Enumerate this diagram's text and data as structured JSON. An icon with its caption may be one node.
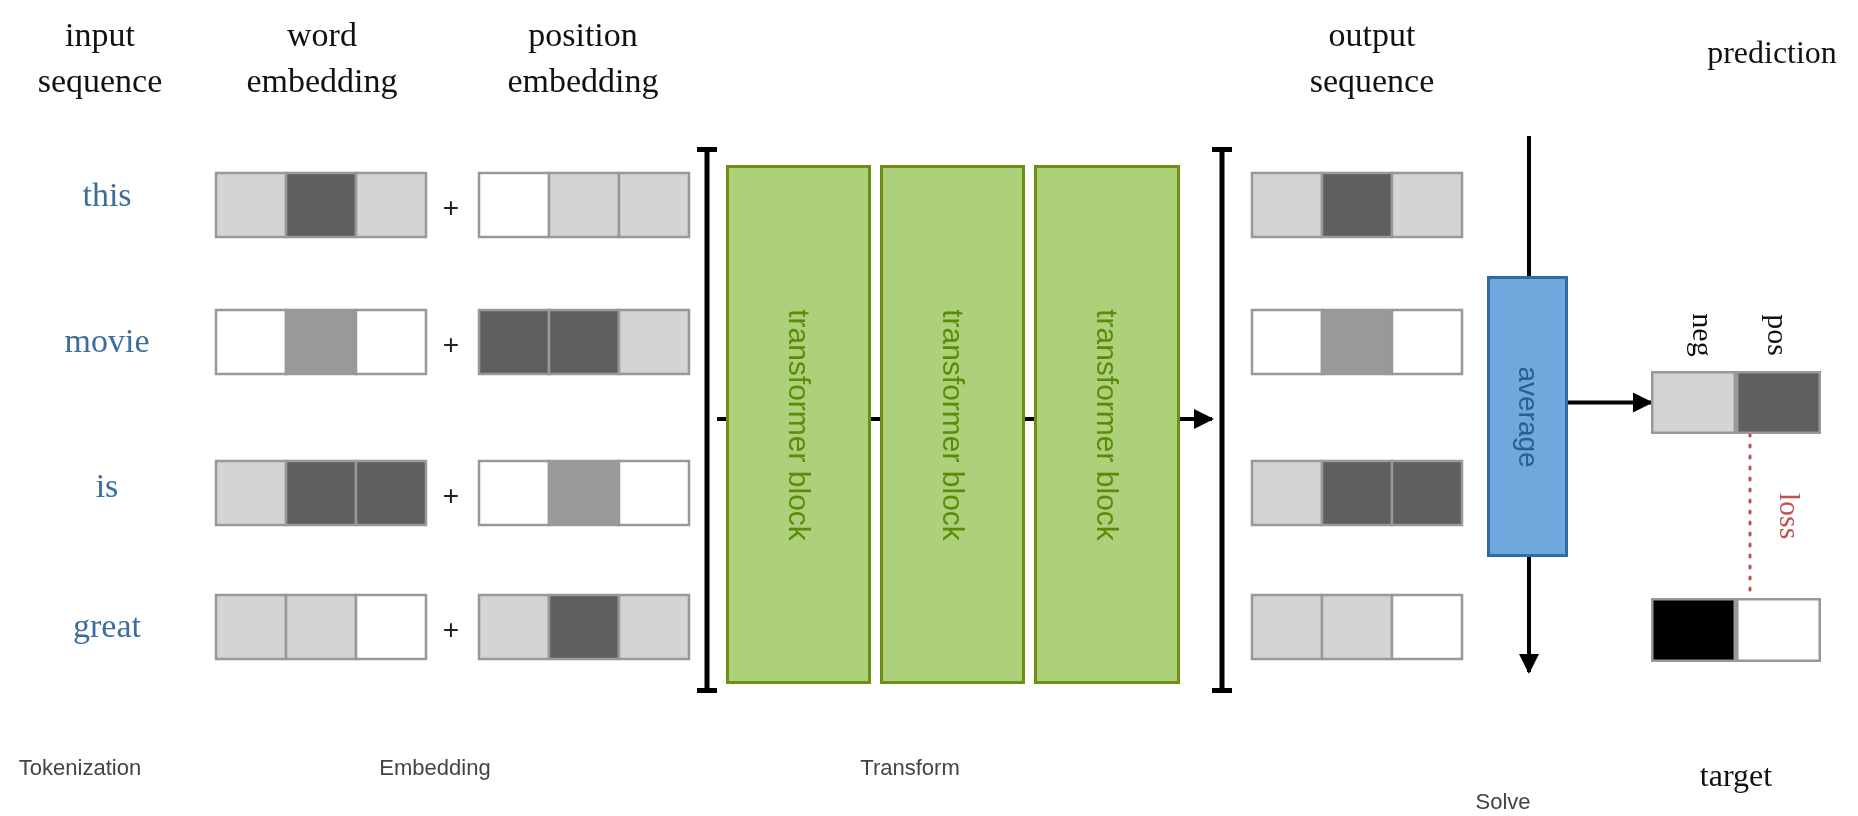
{
  "diagram": {
    "nodes": [
      {
        "text": [],
        "shape": "bracket"
      },
      {
        "text": [
          "transformer block"
        ]
      },
      {
        "text": [
          "transformer block"
        ]
      },
      {
        "text": [
          "transformer block"
        ]
      },
      {
        "text": [],
        "shape": "bracket"
      },
      {
        "text": [
          "average"
        ]
      },
      {
        "text": [],
        "shape": "bar"
      },
      {
        "text": [],
        "shape": "bar"
      }
    ],
    "edges": [
      {
        "from": 0,
        "to": 1,
        "arrow": "none"
      },
      {
        "from": 1,
        "to": 2,
        "arrow": "none"
      },
      {
        "from": 2,
        "to": 3,
        "arrow": "none"
      },
      {
        "from": 3,
        "to": 4,
        "arrow": "to"
      },
      {
        "from": null,
        "to": 5,
        "arrow": "none"
      },
      {
        "from": 5,
        "to": null,
        "arrow": "to"
      },
      {
        "from": 5,
        "to": 6,
        "arrow": "to"
      },
      {
        "from": 6,
        "to": 7,
        "arrow": "none",
        "label": "loss",
        "style": "dashed",
        "color": "#c0504d"
      }
    ],
    "labels": [
      "input sequence",
      "word embedding",
      "position embedding",
      "output sequence",
      "prediction",
      "this",
      "+",
      "movie",
      "+",
      "is",
      "+",
      "great",
      "+",
      "neg",
      "pos",
      "target",
      "Tokenization",
      "Embedding",
      "Transform",
      "Solve"
    ]
  }
}
